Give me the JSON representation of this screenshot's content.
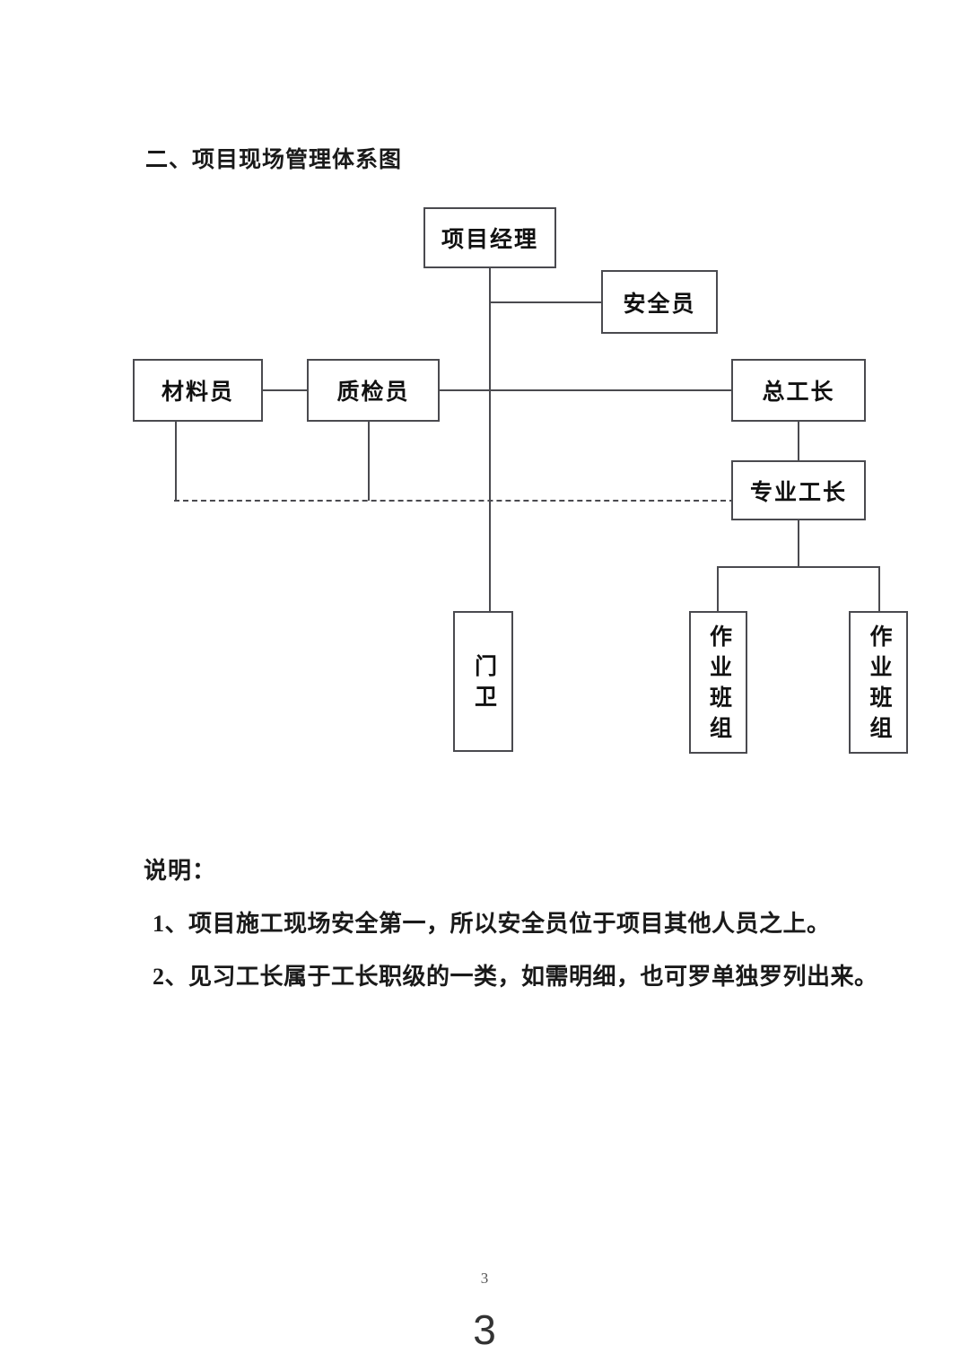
{
  "document": {
    "section_title": "二、项目现场管理体系图",
    "page_number_small": "3",
    "page_number_large": "3"
  },
  "chart": {
    "nodes": {
      "project_manager": "项目经理",
      "safety_officer": "安全员",
      "material_clerk": "材料员",
      "quality_inspector": "质检员",
      "chief_foreman": "总工长",
      "specialist_foreman": "专业工长",
      "gatekeeper": "门卫",
      "work_team_left": "作业班组",
      "work_team_right": "作业班组"
    }
  },
  "notes": {
    "label": "说明：",
    "items": [
      "1、项目施工现场安全第一，所以安全员位于项目其他人员之上。",
      "2、见习工长属于工长职级的一类，如需明细，也可罗单独罗列出来。"
    ]
  }
}
